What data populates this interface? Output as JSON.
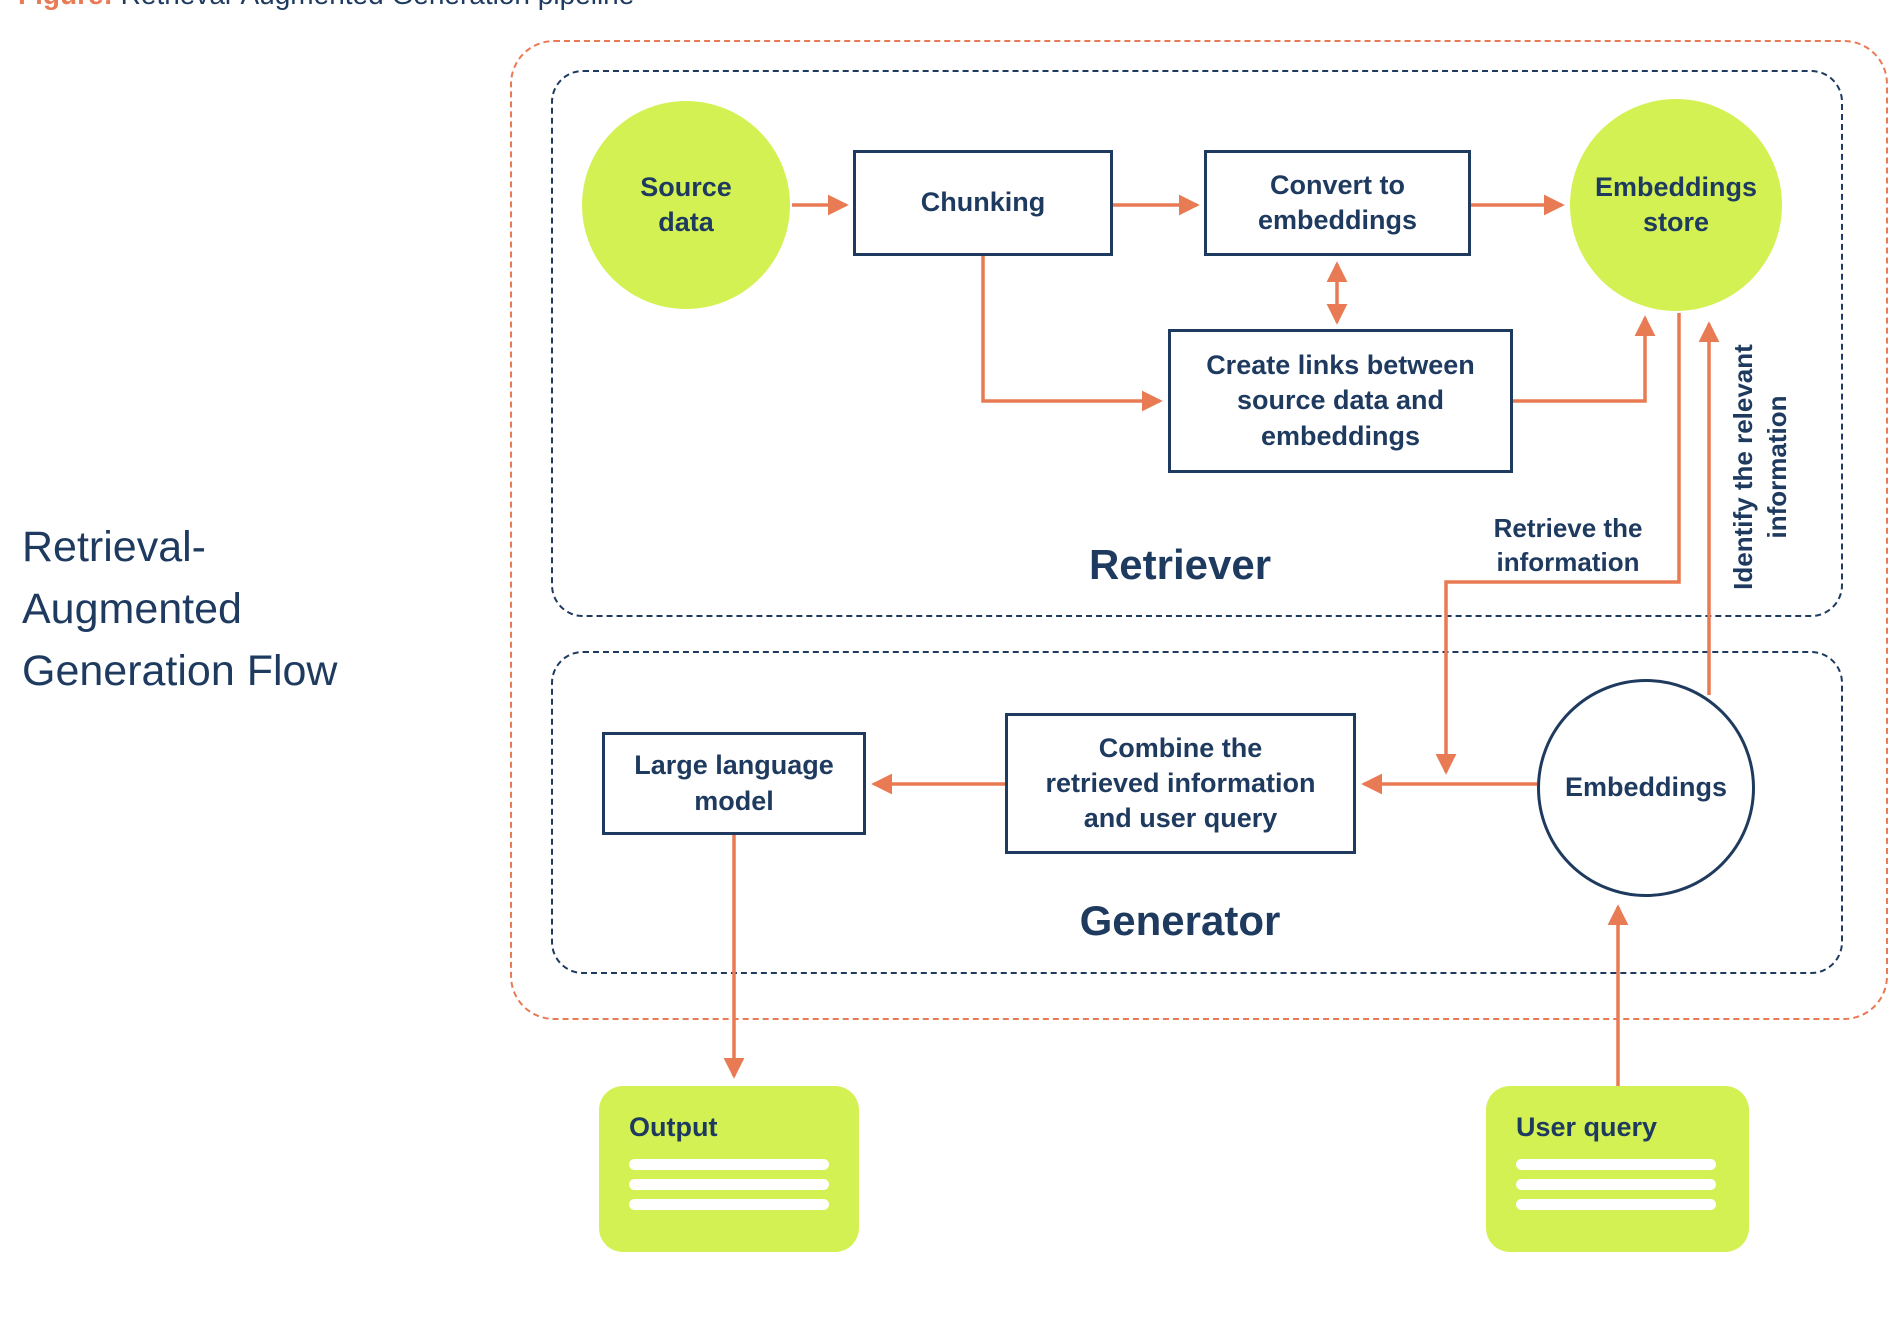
{
  "colors": {
    "navy": "#1e3a5f",
    "orange": "#e87a54",
    "lime": "#d4f153",
    "background": "#ffffff"
  },
  "caption": {
    "prefix": "Figure:",
    "text": " Retrieval-Augmented Generation pipeline"
  },
  "title": {
    "lines": [
      "Retrieval-",
      "Augmented",
      "Generation Flow"
    ]
  },
  "sections": {
    "retriever": {
      "label": "Retriever"
    },
    "generator": {
      "label": "Generator"
    }
  },
  "nodes": {
    "source_data": {
      "label": "Source\ndata",
      "shape": "circle",
      "fill": "lime"
    },
    "chunking": {
      "label": "Chunking",
      "shape": "rect",
      "fill": "white"
    },
    "convert_to_embeddings": {
      "label": "Convert to\nembeddings",
      "shape": "rect",
      "fill": "white"
    },
    "embeddings_store": {
      "label": "Embeddings\nstore",
      "shape": "circle",
      "fill": "lime"
    },
    "create_links": {
      "label": "Create links between\nsource data and\nembeddings",
      "shape": "rect",
      "fill": "white"
    },
    "llm": {
      "label": "Large language\nmodel",
      "shape": "rect",
      "fill": "white"
    },
    "combine": {
      "label": "Combine the\nretrieved information\nand user query",
      "shape": "rect",
      "fill": "white"
    },
    "embeddings": {
      "label": "Embeddings",
      "shape": "circle",
      "fill": "white"
    }
  },
  "cards": {
    "output": {
      "label": "Output"
    },
    "user_query": {
      "label": "User query"
    }
  },
  "edges": [
    {
      "from": "source_data",
      "to": "chunking"
    },
    {
      "from": "chunking",
      "to": "convert_to_embeddings"
    },
    {
      "from": "convert_to_embeddings",
      "to": "embeddings_store"
    },
    {
      "from": "convert_to_embeddings",
      "to": "create_links",
      "bidirectional": true
    },
    {
      "from": "chunking",
      "to": "create_links"
    },
    {
      "from": "create_links",
      "to": "embeddings_store"
    },
    {
      "from": "embeddings_store",
      "to": "combine",
      "label": "Retrieve the\ninformation"
    },
    {
      "from": "embeddings",
      "to": "embeddings_store",
      "label": "Identify the relevant\ninformation"
    },
    {
      "from": "combine",
      "to": "llm"
    },
    {
      "from": "embeddings",
      "to": "combine"
    },
    {
      "from": "llm",
      "to": "output"
    },
    {
      "from": "user_query",
      "to": "embeddings"
    }
  ]
}
